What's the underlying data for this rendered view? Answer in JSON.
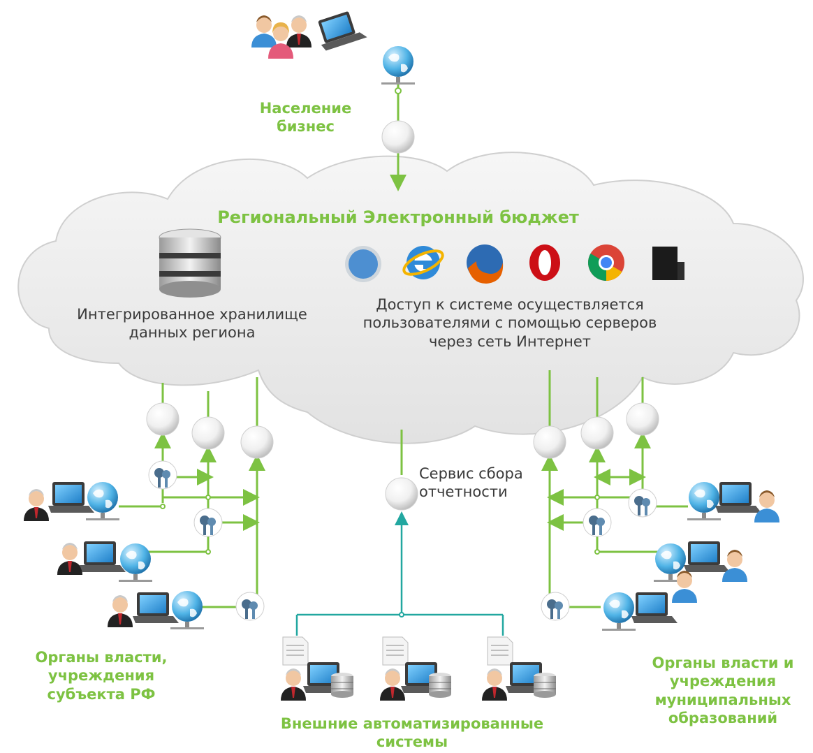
{
  "title": "Региональный Электронный бюджет",
  "storage_label": [
    "Интегрированное хранилище",
    "данных региона"
  ],
  "access_text": [
    "Доступ к системе осуществляется",
    "пользователями с помощью серверов",
    "через сеть Интернет"
  ],
  "population_label": [
    "Население",
    "бизнес"
  ],
  "service_label": [
    "Сервис сбора",
    "отчетности"
  ],
  "left_group_label": [
    "Органы власти,",
    "учреждения",
    "субъекта РФ"
  ],
  "right_group_label": [
    "Органы власти и",
    "учреждения",
    "муниципальных",
    "образований"
  ],
  "bottom_group_label": [
    "Внешние автоматизированные",
    "системы"
  ],
  "browsers": [
    "safari-icon",
    "ie-icon",
    "firefox-icon",
    "opera-icon",
    "chrome-icon",
    "terminal-icon"
  ],
  "colors": {
    "accent": "#7dc242",
    "teal_line": "#22a7a0",
    "cloud": "#ececec",
    "cloud_edge": "#d0d0d0",
    "text": "#3a3a3a"
  }
}
